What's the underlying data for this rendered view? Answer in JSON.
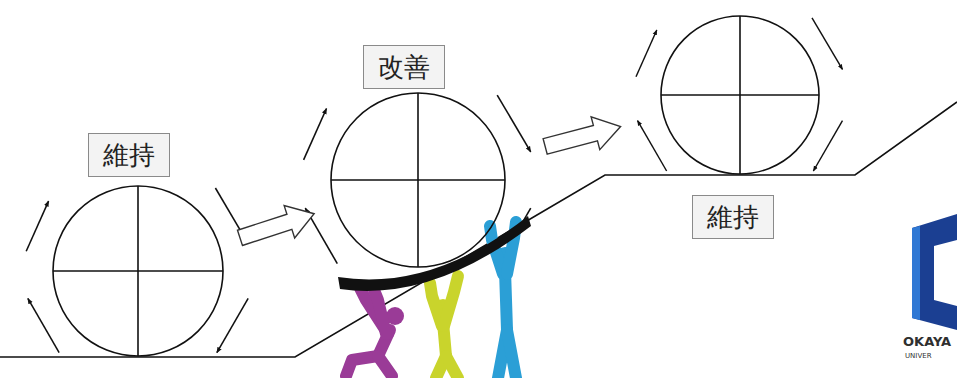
{
  "diagram": {
    "nodes": [
      {
        "text": [
          "維持"
        ]
      },
      {
        "text": [
          "改善"
        ]
      },
      {
        "text": [
          "維持"
        ]
      }
    ],
    "edges": [
      {
        "from": 0,
        "to": 1,
        "arrow": "to"
      },
      {
        "from": 1,
        "to": 2,
        "arrow": "to"
      }
    ],
    "labels": [
      "OKAYA",
      "UNIVER"
    ]
  }
}
